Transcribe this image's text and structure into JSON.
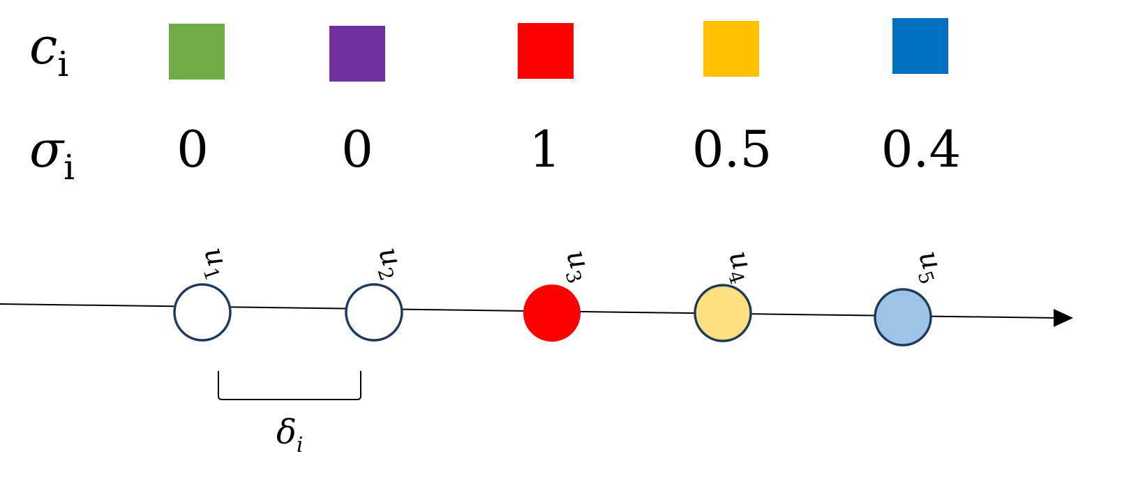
{
  "rows": {
    "c": {
      "symbol": "c",
      "sub": "i"
    },
    "sigma": {
      "symbol": "σ",
      "sub": "i"
    }
  },
  "items": [
    {
      "color": "#70AD47",
      "sigma": "0",
      "node_label": "u",
      "node_sub": "1",
      "node_fill": "#FFFFFF"
    },
    {
      "color": "#7030A0",
      "sigma": "0",
      "node_label": "u",
      "node_sub": "2",
      "node_fill": "#FFFFFF"
    },
    {
      "color": "#FF0000",
      "sigma": "1",
      "node_label": "u",
      "node_sub": "3",
      "node_fill": "#FF0000"
    },
    {
      "color": "#FFC000",
      "sigma": "0.5",
      "node_label": "u",
      "node_sub": "4",
      "node_fill": "#FFE080"
    },
    {
      "color": "#0070C0",
      "sigma": "0.4",
      "node_label": "u",
      "node_sub": "5",
      "node_fill": "#9DC3E6"
    }
  ],
  "delta": {
    "symbol": "δ",
    "sub": "i"
  },
  "colors": {
    "node_stroke": "#1F3A5A",
    "axis": "#000000"
  }
}
